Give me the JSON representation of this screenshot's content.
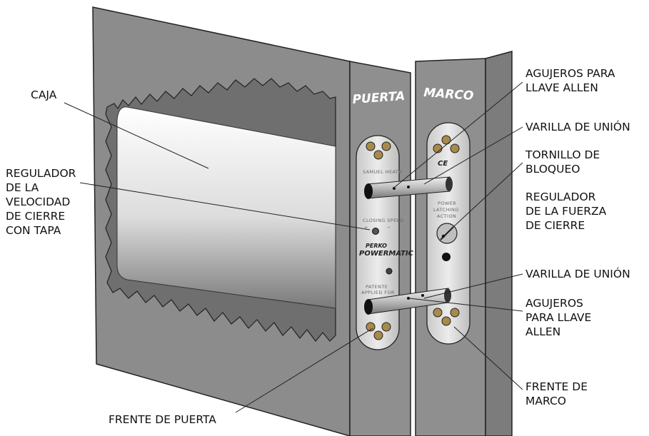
{
  "panel_labels": {
    "door": "PUERTA",
    "frame": "MARCO"
  },
  "device_text": {
    "manufacturer": "SAMUEL HEATH",
    "closing_speed": "CLOSING SPEED",
    "plus": "+",
    "minus": "−",
    "brand_line1": "PERKO",
    "brand_line2": "POWERMATIC",
    "patent_line1": "PATENTE",
    "patent_line2": "APPLIED FOR",
    "ce": "CE",
    "power_line1": "POWER",
    "power_line2": "LATCHING",
    "power_line3": "ACTION"
  },
  "callouts": {
    "caja": [
      "CAJA"
    ],
    "regulador_velocidad": [
      "REGULADOR",
      "DE LA",
      "VELOCIDAD",
      "DE CIERRE",
      "CON TAPA"
    ],
    "frente_puerta": [
      "FRENTE DE PUERTA"
    ],
    "agujeros_top": [
      "AGUJEROS PARA",
      "LLAVE ALLEN"
    ],
    "varilla_top": [
      "VARILLA DE UNIÓN"
    ],
    "tornillo": [
      "TORNILLO DE",
      "BLOQUEO"
    ],
    "regulador_fuerza": [
      "REGULADOR",
      "DE LA FUERZA",
      "DE CIERRE"
    ],
    "varilla_bottom": [
      "VARILLA DE UNIÓN"
    ],
    "agujeros_bottom": [
      "AGUJEROS",
      "PARA LLAVE",
      "ALLEN"
    ],
    "frente_marco": [
      "FRENTE DE",
      "MARCO"
    ]
  },
  "colors": {
    "panel": "#8c8c8c",
    "panel_dark": "#6e6e6e",
    "plate": "#d9d9d9",
    "rod": "#bdbdbd",
    "outline": "#222222"
  }
}
